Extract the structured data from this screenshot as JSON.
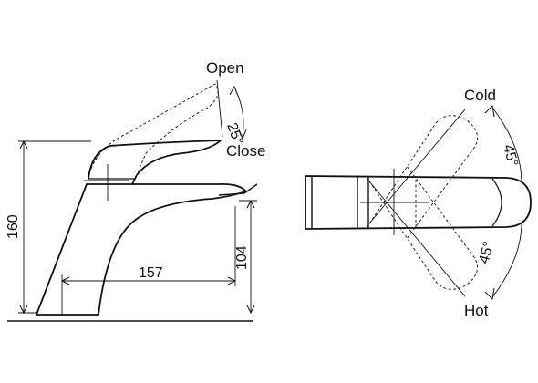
{
  "side_view": {
    "height_total": "160",
    "spout_height": "104",
    "spout_reach": "157",
    "open_label": "Open",
    "close_label": "Close",
    "lever_angle": "25°"
  },
  "top_view": {
    "cold_label": "Cold",
    "hot_label": "Hot",
    "cold_angle": "45°",
    "hot_angle": "45°"
  }
}
